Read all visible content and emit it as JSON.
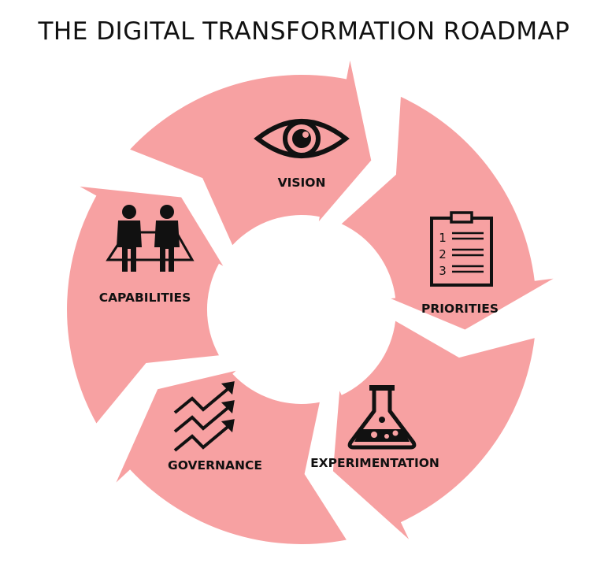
{
  "title": "THE DIGITAL TRANSFORMATION ROADMAP",
  "colors": {
    "segment_fill": "#f7a1a2",
    "icon": "#111111",
    "text": "#111111",
    "background": "#ffffff"
  },
  "segments": [
    {
      "label": "VISION",
      "icon": "eye-icon"
    },
    {
      "label": "PRIORITIES",
      "icon": "clipboard-list-icon"
    },
    {
      "label": "EXPERIMENTATION",
      "icon": "lab-flask-icon"
    },
    {
      "label": "GOVERNANCE",
      "icon": "trend-arrows-icon"
    },
    {
      "label": "CAPABILITIES",
      "icon": "people-icon"
    }
  ],
  "priorities_list_numbers": [
    "1",
    "2",
    "3"
  ]
}
